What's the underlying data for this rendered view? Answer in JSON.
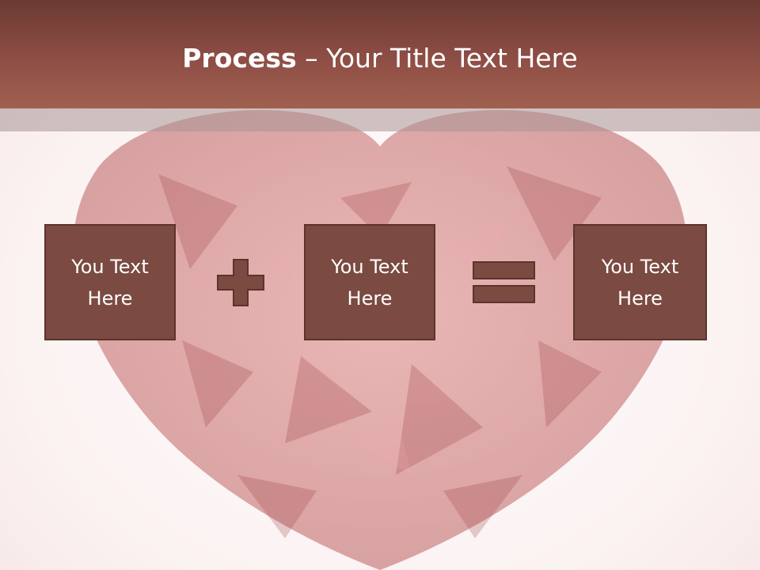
{
  "slide": {
    "title_bold": "Process",
    "title_rest": " – Your Title Text Here",
    "boxes": [
      "You Text Here",
      "You Text Here",
      "You Text Here"
    ]
  },
  "operators": [
    "plus-icon",
    "equals-icon"
  ],
  "colors": {
    "box_fill": "#7b4a41",
    "box_border": "#5c342d",
    "title_bar": "#8e4e45",
    "heart": "#c95a5a"
  }
}
